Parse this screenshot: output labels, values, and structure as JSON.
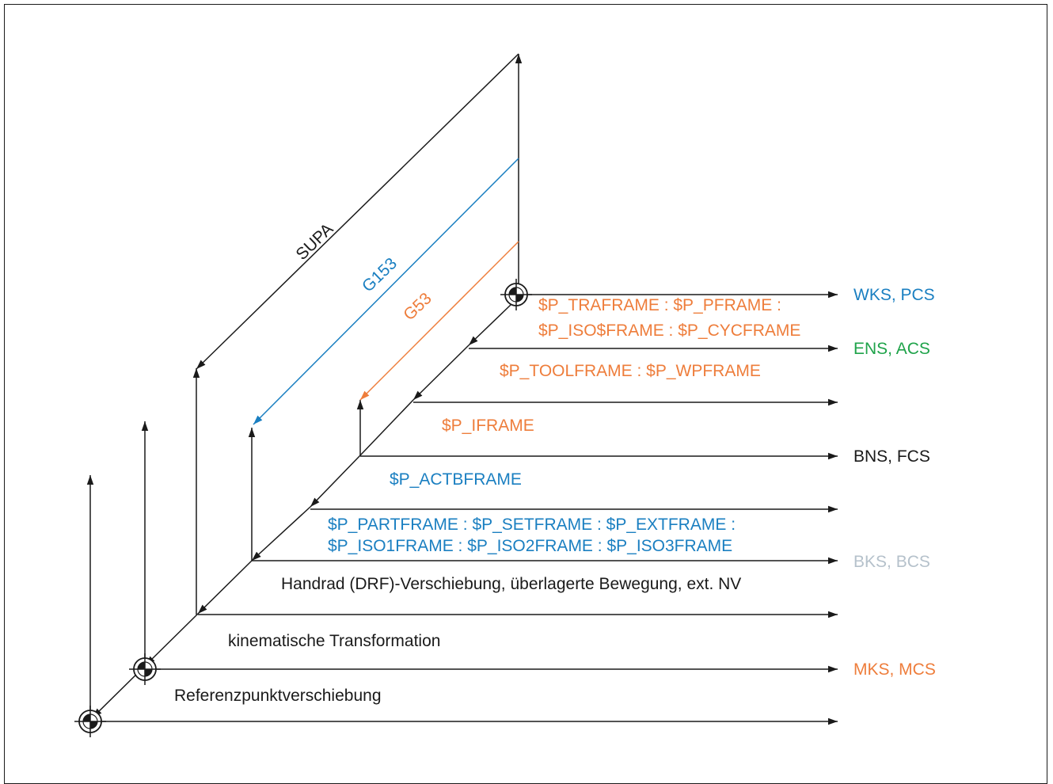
{
  "colors": {
    "black": "#1a1a1a",
    "orange": "#ee7d3b",
    "blue": "#1a7fc1",
    "green": "#1fa34a",
    "grey": "#b5c1cb"
  },
  "coordinate_systems": {
    "wks": "WKS, PCS",
    "ens": "ENS, ACS",
    "bns": "BNS, FCS",
    "bks": "BKS, BCS",
    "mks": "MKS, MCS"
  },
  "frames": {
    "traframe_line1": "$P_TRAFRAME : $P_PFRAME :",
    "traframe_line2": "$P_ISO$FRAME : $P_CYCFRAME",
    "toolframe": "$P_TOOLFRAME : $P_WPFRAME",
    "iframe": "$P_IFRAME",
    "actbframe": "$P_ACTBFRAME",
    "partframe_line1": "$P_PARTFRAME : $P_SETFRAME : $P_EXTFRAME :",
    "partframe_line2": "$P_ISO1FRAME : $P_ISO2FRAME : $P_ISO3FRAME"
  },
  "offsets": {
    "handrad": "Handrad (DRF)-Verschiebung, überlagerte Bewegung, ext. NV",
    "kinematic": "kinematische Transformation",
    "reference": "Referenzpunktverschiebung"
  },
  "suppress_commands": {
    "supa": "SUPA",
    "g153": "G153",
    "g53": "G53"
  },
  "icons": [
    "origin-marker-icon",
    "arrow-head-icon"
  ]
}
